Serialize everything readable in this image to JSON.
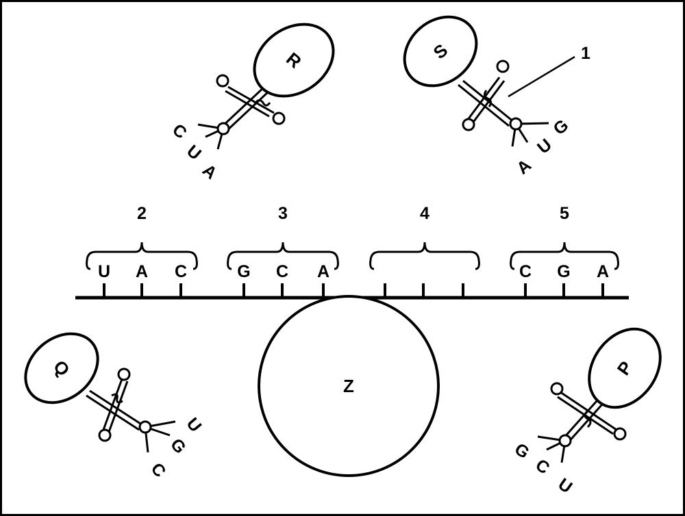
{
  "pointer_label": "1",
  "mrna": {
    "codons": [
      {
        "number": "2",
        "bases": [
          "U",
          "A",
          "C"
        ]
      },
      {
        "number": "3",
        "bases": [
          "G",
          "C",
          "A"
        ]
      },
      {
        "number": "4",
        "bases": [
          "",
          "",
          ""
        ]
      },
      {
        "number": "5",
        "bases": [
          "C",
          "G",
          "A"
        ]
      }
    ]
  },
  "ribosome_label": "Z",
  "trnas": [
    {
      "label": "R",
      "anticodon": [
        "C",
        "U",
        "A"
      ]
    },
    {
      "label": "S",
      "anticodon": [
        "G",
        "U",
        "A"
      ]
    },
    {
      "label": "Q",
      "anticodon": [
        "U",
        "G",
        "C"
      ]
    },
    {
      "label": "P",
      "anticodon": [
        "G",
        "C",
        "U"
      ]
    }
  ]
}
